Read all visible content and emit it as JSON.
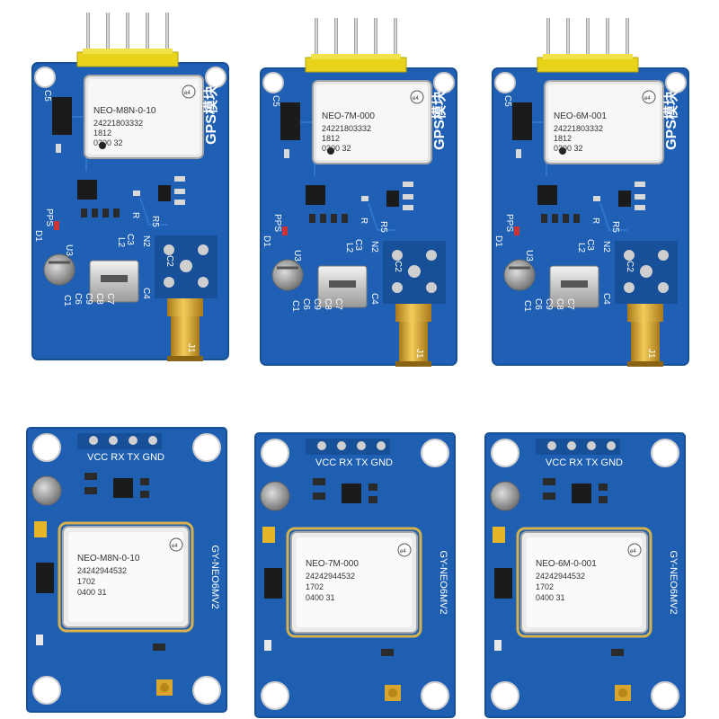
{
  "colors": {
    "pcb": "#1f5fb4",
    "pcb_dark": "#14468a",
    "pcb_light": "#2e74cc",
    "silkscreen": "#ffffff",
    "gold": "#d9a52a",
    "header": "#e8d21a",
    "shield": "#f4f4f4"
  },
  "top_row": [
    {
      "chip": {
        "model": "NEO-M8N-0-10",
        "serial": "24221803332",
        "line3": "1812",
        "line4": "0300 32",
        "badge": "e4"
      },
      "board_label": "GPS模块",
      "labels": {
        "c5": "C5",
        "pps": "PPS",
        "d1": "D1",
        "u3": "U3",
        "r": "R",
        "r5": "R5",
        "l2": "L2",
        "c3": "C3",
        "c1": "C1",
        "c6": "C6",
        "c9": "C9",
        "c8": "C8",
        "c7": "C7",
        "c4": "C4",
        "c2": "C2",
        "n2": "N2",
        "j1": "J1"
      }
    },
    {
      "chip": {
        "model": "NEO-7M-000",
        "serial": "24221803332",
        "line3": "1812",
        "line4": "0300 32",
        "badge": "e4"
      },
      "board_label": "GPS模块",
      "labels": {
        "c5": "C5",
        "pps": "PPS",
        "d1": "D1",
        "u3": "U3",
        "r": "R",
        "r5": "R5",
        "l2": "L2",
        "c3": "C3",
        "c1": "C1",
        "c6": "C6",
        "c9": "C9",
        "c8": "C8",
        "c7": "C7",
        "c4": "C4",
        "c2": "C2",
        "n2": "N2",
        "j1": "J1"
      }
    },
    {
      "chip": {
        "model": "NEO-6M-001",
        "serial": "24221803332",
        "line3": "1812",
        "line4": "0300 32",
        "badge": "e4"
      },
      "board_label": "GPS模块",
      "labels": {
        "c5": "C5",
        "pps": "PPS",
        "d1": "D1",
        "u3": "U3",
        "r": "R",
        "r5": "R5",
        "l2": "L2",
        "c3": "C3",
        "c1": "C1",
        "c6": "C6",
        "c9": "C9",
        "c8": "C8",
        "c7": "C7",
        "c4": "C4",
        "c2": "C2",
        "n2": "N2",
        "j1": "J1"
      }
    }
  ],
  "bottom_row": [
    {
      "chip": {
        "model": "NEO-M8N-0-10",
        "serial": "24242944532",
        "line3": "1702",
        "line4": "0400 31",
        "badge": "e4"
      },
      "pins": "VCC RX TX GND",
      "board_label": "GY-NEO6MV2"
    },
    {
      "chip": {
        "model": "NEO-7M-000",
        "serial": "24242944532",
        "line3": "1702",
        "line4": "0400 31",
        "badge": "e4"
      },
      "pins": "VCC RX TX GND",
      "board_label": "GY-NEO6MV2"
    },
    {
      "chip": {
        "model": "NEO-6M-0-001",
        "serial": "24242944532",
        "line3": "1702",
        "line4": "0400 31",
        "badge": "e4"
      },
      "pins": "VCC RX TX GND",
      "board_label": "GY-NEO6MV2"
    }
  ]
}
